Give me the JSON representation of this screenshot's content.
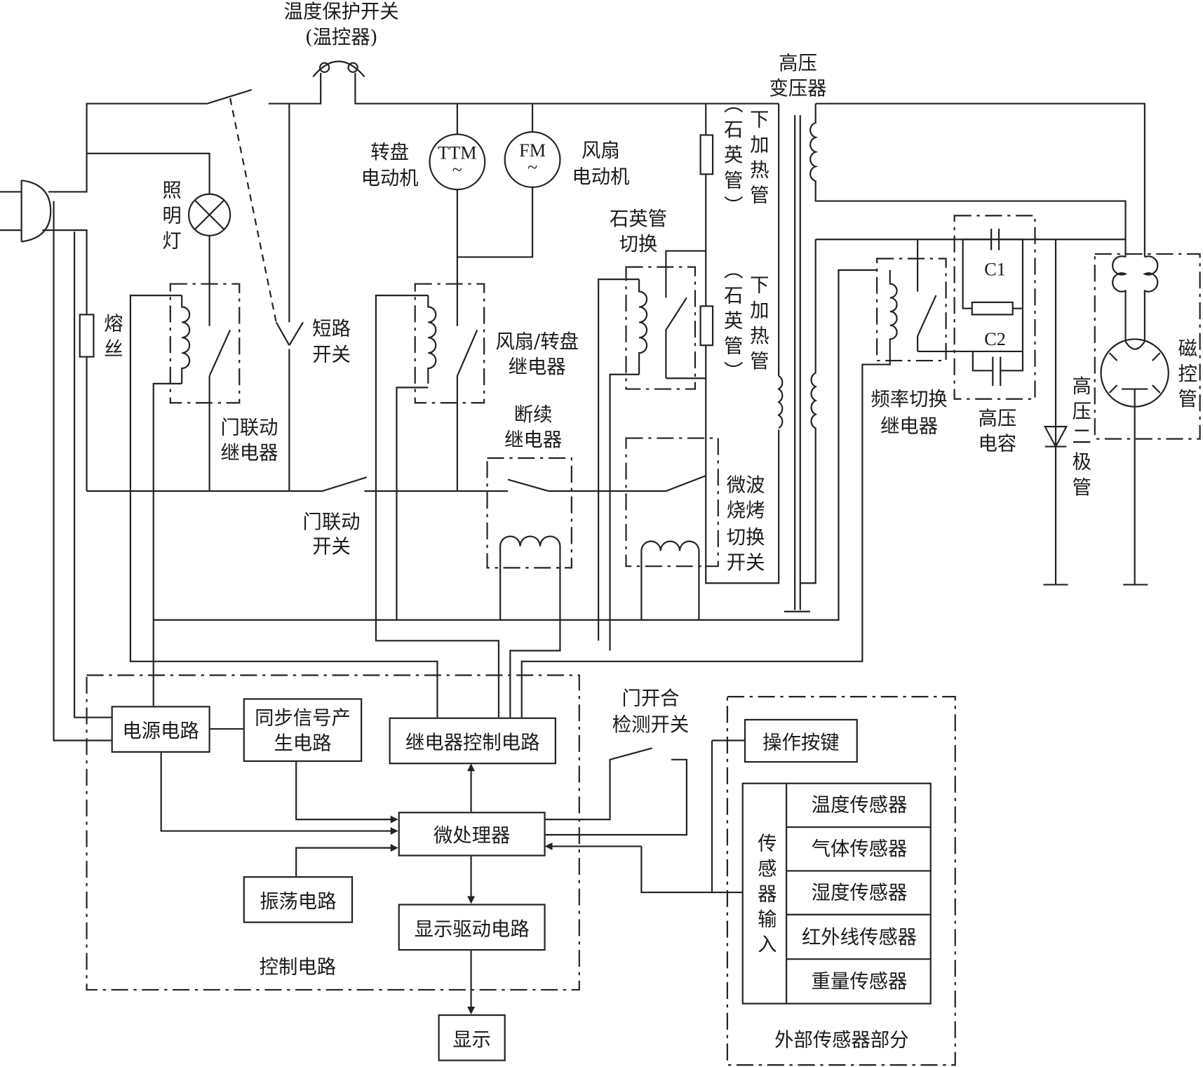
{
  "labels": {
    "thermostat": "温度保护开关",
    "thermostat_sub": "(温控器)",
    "hv_transformer_1": "高压",
    "hv_transformer_2": "变压器",
    "turntable_motor_1": "转盘",
    "turntable_motor_2": "电动机",
    "fan_motor_1": "风扇",
    "fan_motor_2": "电动机",
    "ttm": "TTM",
    "fm": "FM",
    "ac_symbol": "~",
    "lamp": "照明灯",
    "fuse": "熔丝",
    "short_switch_1": "短路",
    "short_switch_2": "开关",
    "door_relay_1": "门联动",
    "door_relay_2": "继电器",
    "fan_relay_1": "风扇/转盘",
    "fan_relay_2": "继电器",
    "intermittent_relay_1": "断续",
    "intermittent_relay_2": "继电器",
    "quartz_switch_1": "石英管",
    "quartz_switch_2": "切换",
    "lower_heater": "下加热管",
    "quartz_tube": "（石英管）",
    "mw_grill_switch_1": "微波",
    "mw_grill_switch_2": "烧烤",
    "mw_grill_switch_3": "切换",
    "mw_grill_switch_4": "开关",
    "door_switch_1": "门联动",
    "door_switch_2": "开关",
    "freq_relay_1": "频率切换",
    "freq_relay_2": "继电器",
    "hv_cap_1": "高压",
    "hv_cap_2": "电容",
    "c1": "C1",
    "c2": "C2",
    "hv_diode": "高压二极管",
    "magnetron": "磁控管",
    "door_detect_1": "门开合",
    "door_detect_2": "检测开关",
    "control_circuit": "控制电路",
    "external_sensors": "外部传感器部分"
  },
  "blocks": {
    "power": "电源电路",
    "sync": "同步信号产生电路",
    "relay_ctrl": "继电器控制电路",
    "mcu": "微处理器",
    "osc": "振荡电路",
    "display_drv": "显示驱动电路",
    "display": "显示",
    "keys": "操作按键",
    "sensor_input": "传感器输入",
    "sensors": [
      "温度传感器",
      "气体传感器",
      "湿度传感器",
      "红外线传感器",
      "重量传感器"
    ]
  }
}
